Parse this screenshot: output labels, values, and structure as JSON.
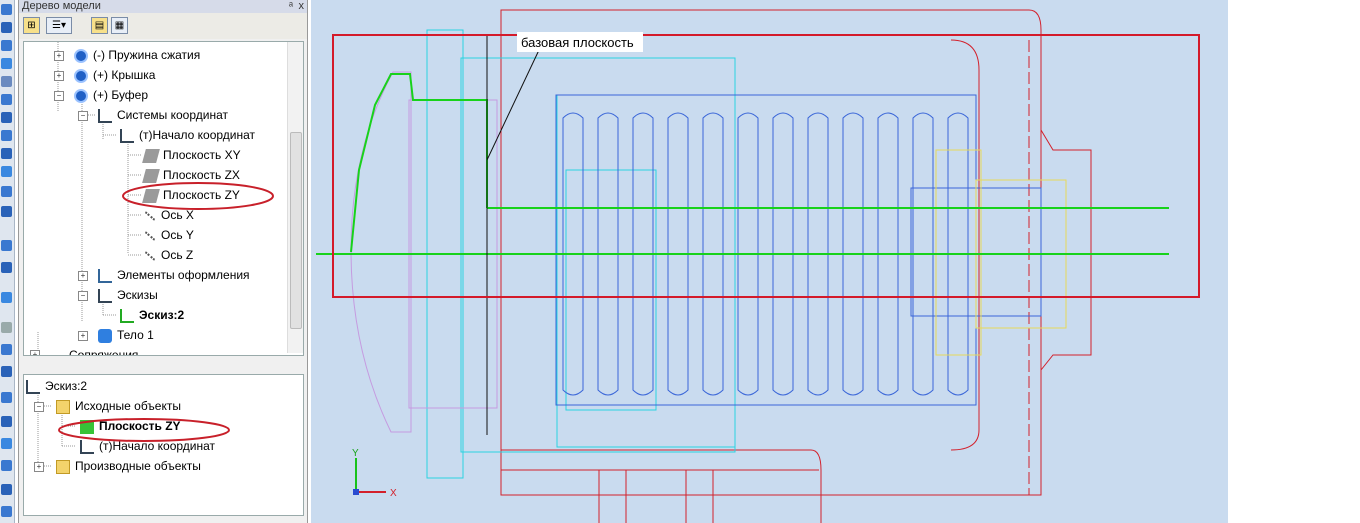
{
  "panel": {
    "title": "Дерево модели",
    "pin": "ᵃ",
    "close": "x"
  },
  "tree_top": [
    {
      "label": "(-) Пружина сжатия",
      "icon": "part-icon"
    },
    {
      "label": "(+) Крышка",
      "icon": "part-icon"
    },
    {
      "label": "(+) Буфер",
      "icon": "part-icon"
    },
    {
      "label": "Системы координат",
      "icon": "coordinate-system-icon"
    },
    {
      "label": "(т)Начало координат",
      "icon": "origin-icon"
    },
    {
      "label": "Плоскость XY",
      "icon": "plane-icon"
    },
    {
      "label": "Плоскость ZX",
      "icon": "plane-icon"
    },
    {
      "label": "Плоскость ZY",
      "icon": "plane-icon"
    },
    {
      "label": "Ось X",
      "icon": "axis-icon"
    },
    {
      "label": "Ось Y",
      "icon": "axis-icon"
    },
    {
      "label": "Ось Z",
      "icon": "axis-icon"
    },
    {
      "label": "Элементы оформления",
      "icon": "annotation-icon"
    },
    {
      "label": "Эскизы",
      "icon": "sketches-folder-icon"
    },
    {
      "label": "Эскиз:2",
      "icon": "sketch-icon"
    },
    {
      "label": "Тело 1",
      "icon": "body-icon"
    },
    {
      "label": "Сопряжения",
      "icon": "mates-icon"
    }
  ],
  "tree_bottom": [
    {
      "label": "Эскиз:2",
      "icon": "sketch-icon"
    },
    {
      "label": "Исходные объекты",
      "icon": "folder-icon"
    },
    {
      "label": "Плоскость ZY",
      "icon": "plane-icon"
    },
    {
      "label": "(т)Начало координат",
      "icon": "origin-icon"
    },
    {
      "label": "Производные объекты",
      "icon": "folder-icon"
    }
  ],
  "annotation": {
    "label": "базовая плоскость"
  },
  "axes": {
    "y": "Y",
    "x": "X"
  },
  "colors": {
    "highlight_ellipse": "#c8202a",
    "selection_rect": "#d41a2a",
    "viewport_bg": "#ffffff",
    "canvas_bg": "#c9dbef",
    "sketch_green": "#18d21b",
    "spring_blue": "#3a66d8",
    "part_red": "#d3202b",
    "cyan": "#2ad3e0"
  }
}
